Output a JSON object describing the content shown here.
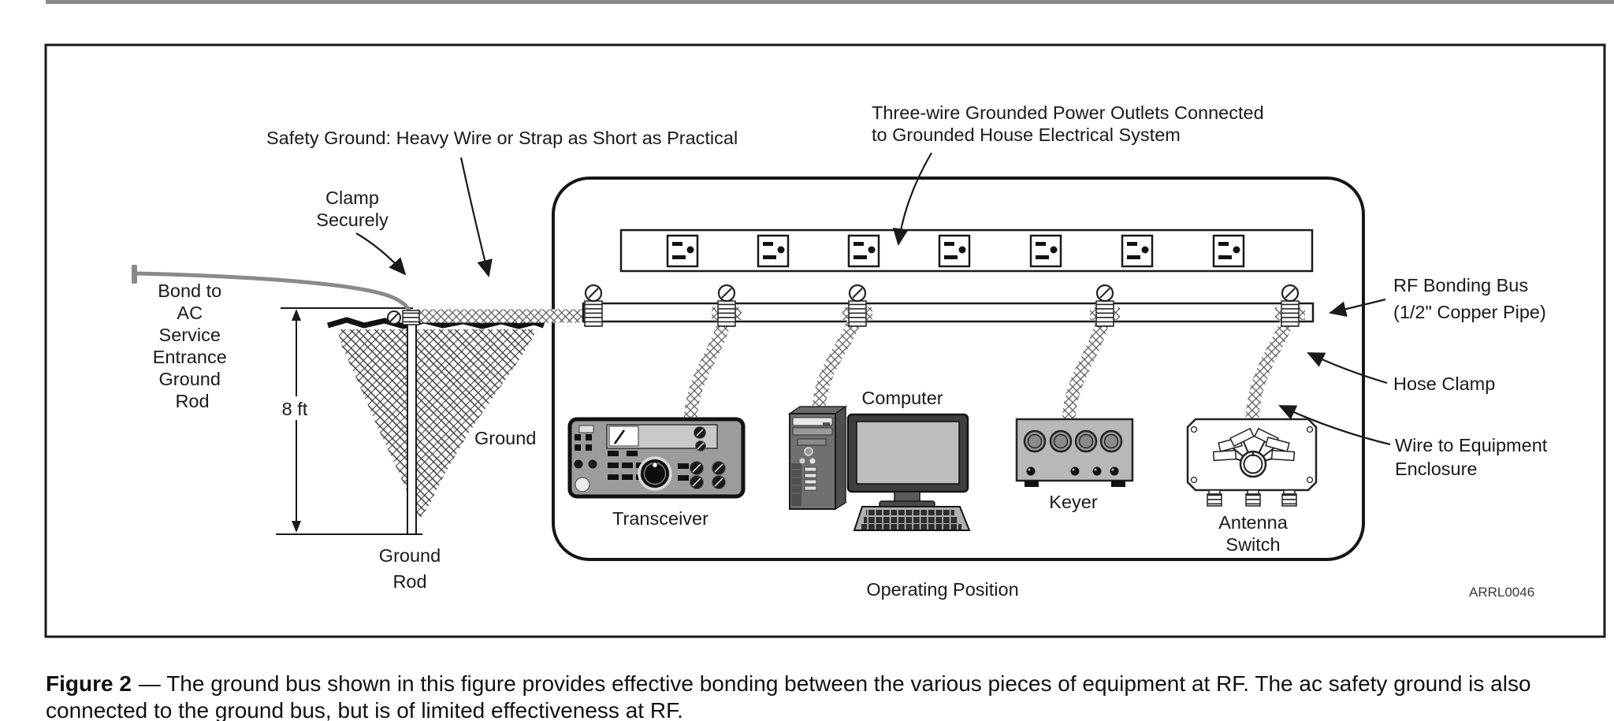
{
  "diagram": {
    "safety_ground_label": "Safety Ground: Heavy Wire or Strap as Short as Practical",
    "clamp_securely": [
      "Clamp",
      "Securely"
    ],
    "bond_to_ac": [
      "Bond to",
      "AC",
      "Service",
      "Entrance",
      "Ground",
      "Rod"
    ],
    "dim_8ft": "8 ft",
    "ground_label": "Ground",
    "ground_rod": [
      "Ground",
      "Rod"
    ],
    "three_wire": [
      "Three-wire Grounded Power Outlets Connected",
      "to Grounded House Electrical System"
    ],
    "rf_bus": [
      "RF Bonding Bus",
      "(1/2\" Copper Pipe)"
    ],
    "hose_clamp_label": "Hose Clamp",
    "wire_to_equipment": [
      "Wire to Equipment",
      "Enclosure"
    ],
    "equipment": {
      "transceiver": "Transceiver",
      "computer": "Computer",
      "keyer": "Keyer",
      "antenna_switch": [
        "Antenna",
        "Switch"
      ]
    },
    "operating_position": "Operating Position",
    "figure_code": "ARRL0046"
  },
  "caption": {
    "figure_label": "Figure 2",
    "body_line1": "— The ground bus shown in this figure provides effective bonding between the various pieces of equipment at RF. The ac safety ground is also",
    "body_line2": "connected to the ground bus, but is of limited effectiveness at RF."
  },
  "colors": {
    "ink": "#1a1a1a",
    "wire_gray": "#8a8a8a",
    "device_gray": "#9c9c9c",
    "screen_gray": "#bdbdbd"
  }
}
